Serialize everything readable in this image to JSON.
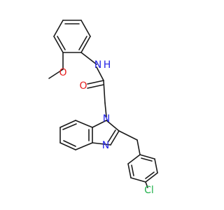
{
  "colors": {
    "bond": "#1a1a1a",
    "carbon": "#1a1a1a",
    "nitrogen": "#2323e6",
    "oxygen": "#e61e1e",
    "chlorine": "#22b14c"
  },
  "atoms": {
    "amide_nh": "N",
    "amide_h": "H",
    "carbonyl_o": "O",
    "ether_o": "O",
    "ring_n1": "N",
    "ring_n3": "N",
    "chlorine": "Cl"
  }
}
